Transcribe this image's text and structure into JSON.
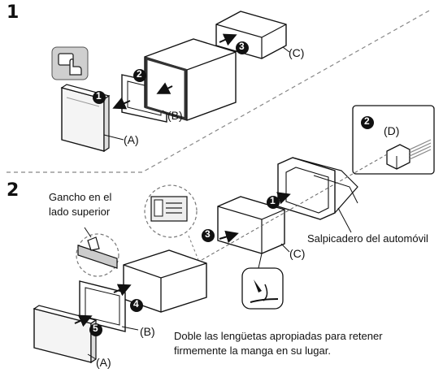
{
  "steps": {
    "step1": "1",
    "step2": "2"
  },
  "parts": {
    "a": "(A)",
    "b": "(B)",
    "c": "(C)",
    "d": "(D)"
  },
  "callouts": {
    "n1": "1",
    "n2": "2",
    "n3": "3",
    "n4": "4",
    "n5": "5"
  },
  "annotations": {
    "hook_line1": "Gancho en el",
    "hook_line2": "lado superior",
    "dashboard": "Salpicadero del automóvil",
    "note_line1": "Doble las lengüetas apropiadas para retener",
    "note_line2": "firmemente la manga en su lugar."
  },
  "icons": [
    "hand-press-icon"
  ],
  "colors": {
    "ink": "#111111",
    "panel_gray": "#d6d6d6",
    "dash_line": "#777777"
  }
}
